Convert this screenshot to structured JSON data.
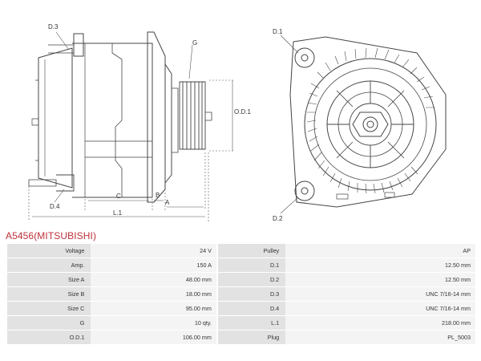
{
  "diagram": {
    "labels": {
      "d3": "D.3",
      "d4": "D.4",
      "g": "G",
      "od1": "O.D.1",
      "a": "A",
      "b": "B",
      "c": "C",
      "l1": "L.1",
      "d1": "D.1",
      "d2": "D.2"
    }
  },
  "product": {
    "title": "A5456(MITSUBISHI)"
  },
  "specs": [
    {
      "k1": "Voltage",
      "v1": "24 V",
      "k2": "Pulley",
      "v2": "AP"
    },
    {
      "k1": "Amp.",
      "v1": "150 A",
      "k2": "D.1",
      "v2": "12.50 mm"
    },
    {
      "k1": "Size A",
      "v1": "48.00 mm",
      "k2": "D.2",
      "v2": "12.50 mm"
    },
    {
      "k1": "Size B",
      "v1": "18.00 mm",
      "k2": "D.3",
      "v2": "UNC 7/16-14 mm"
    },
    {
      "k1": "Size C",
      "v1": "95.00 mm",
      "k2": "D.4",
      "v2": "UNC 7/16-14 mm"
    },
    {
      "k1": "G",
      "v1": "10 qty.",
      "k2": "L.1",
      "v2": "218.00 mm"
    },
    {
      "k1": "O.D.1",
      "v1": "106.00 mm",
      "k2": "Plug",
      "v2": "PL_5003"
    }
  ]
}
